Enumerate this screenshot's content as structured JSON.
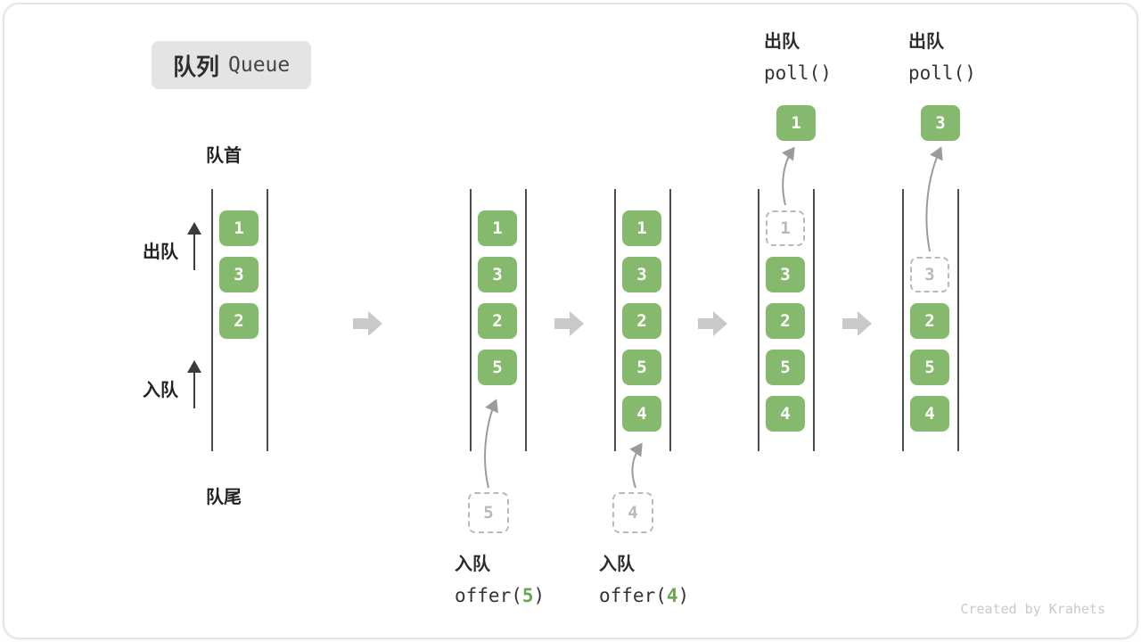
{
  "title": {
    "zh": "队列",
    "en": "Queue"
  },
  "side_labels": {
    "front": "队首",
    "rear": "队尾",
    "dequeue": "出队",
    "enqueue": "入队"
  },
  "watermark": "Created by Krahets",
  "colors": {
    "cell_green": "#85b96e",
    "dashed_gray": "#b9b9b9",
    "arrow_gray": "#9b9b9b",
    "block_arrow_gray": "#c9c9c9",
    "code_arg_green": "#6ca455"
  },
  "queues": [
    {
      "cells": [
        {
          "v": "1"
        },
        {
          "v": "3"
        },
        {
          "v": "2"
        },
        null,
        null
      ]
    },
    {
      "cells": [
        {
          "v": "1"
        },
        {
          "v": "3"
        },
        {
          "v": "2"
        },
        {
          "v": "5"
        },
        null
      ],
      "in": {
        "v": "5",
        "label": "入队",
        "code_prefix": "offer(",
        "code_arg": "5",
        "code_suffix": ")"
      }
    },
    {
      "cells": [
        {
          "v": "1"
        },
        {
          "v": "3"
        },
        {
          "v": "2"
        },
        {
          "v": "5"
        },
        {
          "v": "4"
        }
      ],
      "in": {
        "v": "4",
        "label": "入队",
        "code_prefix": "offer(",
        "code_arg": "4",
        "code_suffix": ")"
      }
    },
    {
      "cells": [
        {
          "v": "1",
          "dashed": true
        },
        {
          "v": "3"
        },
        {
          "v": "2"
        },
        {
          "v": "5"
        },
        {
          "v": "4"
        }
      ],
      "out": {
        "v": "1",
        "label": "出队",
        "code": "poll()"
      }
    },
    {
      "cells": [
        null,
        {
          "v": "3",
          "dashed": true
        },
        {
          "v": "2"
        },
        {
          "v": "5"
        },
        {
          "v": "4"
        }
      ],
      "out": {
        "v": "3",
        "label": "出队",
        "code": "poll()"
      }
    }
  ]
}
